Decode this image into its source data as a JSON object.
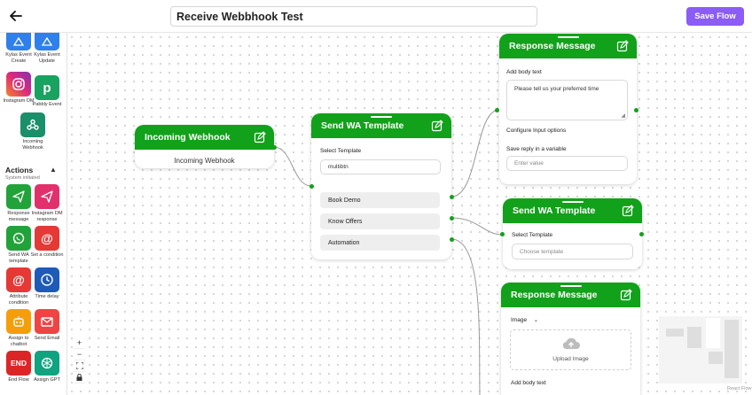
{
  "header": {
    "back_icon": "arrow-left-icon",
    "flow_title": "Receive Webbhook Test",
    "save_label": "Save Flow",
    "accent_color": "#8b5cf6"
  },
  "sidebar": {
    "triggers": [
      {
        "label": "Kylas Event Create",
        "icon": "kylas-icon",
        "color": "#2f80ed"
      },
      {
        "label": "Kylas Event Update",
        "icon": "kylas-icon",
        "color": "#2f80ed"
      },
      {
        "label": "Instagram DM",
        "icon": "instagram-icon",
        "color": "#e1306c"
      },
      {
        "label": "Pabbly Event",
        "icon": "pabbly-icon",
        "color": "#1aa260"
      },
      {
        "label": "Incoming Webhook",
        "icon": "webhook-icon",
        "color": "#1a8f6a"
      }
    ],
    "actions_title": "Actions",
    "actions_subtitle": "System initiated",
    "actions": [
      {
        "label": "Response message",
        "icon": "send-icon",
        "color": "#22a33a"
      },
      {
        "label": "Instagram DM response",
        "icon": "send-icon",
        "color": "#e1306c"
      },
      {
        "label": "Send WA template",
        "icon": "whatsapp-icon",
        "color": "#22a33a"
      },
      {
        "label": "Set a condition",
        "icon": "at-icon",
        "color": "#e53935"
      },
      {
        "label": "Attribute condition",
        "icon": "at-icon",
        "color": "#e53935"
      },
      {
        "label": "Time delay",
        "icon": "clock-icon",
        "color": "#1e5bb8"
      },
      {
        "label": "Assign to chatbot",
        "icon": "bot-icon",
        "color": "#f59e0b"
      },
      {
        "label": "Send Email",
        "icon": "mail-icon",
        "color": "#ef4444"
      },
      {
        "label": "End Flow",
        "icon": "end-icon",
        "color": "#dc2626",
        "text": "END"
      },
      {
        "label": "Assign GPT",
        "icon": "openai-icon",
        "color": "#10a37f"
      }
    ]
  },
  "nodes": {
    "incoming_webhook": {
      "title": "Incoming Webhook",
      "body": "Incoming Webhook"
    },
    "send_wa_1": {
      "title": "Send WA Template",
      "select_label": "Select Template",
      "template_value": "multibtn",
      "buttons": [
        "Book Demo",
        "Know Offers",
        "Automation"
      ]
    },
    "response_1": {
      "title": "Response Message",
      "body_label": "Add body text",
      "body_value": "Please tell us your preferred time",
      "input_options_label": "Configure Input options",
      "save_reply_label": "Save reply in a variable",
      "save_reply_placeholder": "Enter value"
    },
    "send_wa_2": {
      "title": "Send WA Template",
      "select_label": "Select Template",
      "template_placeholder": "Choose template"
    },
    "response_2": {
      "title": "Response Message",
      "media_type": "Image",
      "upload_label": "Upload Image",
      "body_label": "Add body text"
    }
  },
  "controls": {
    "zoom_in": "+",
    "zoom_out": "−"
  },
  "attribution": "React Flow",
  "node_color": "#12a11a"
}
